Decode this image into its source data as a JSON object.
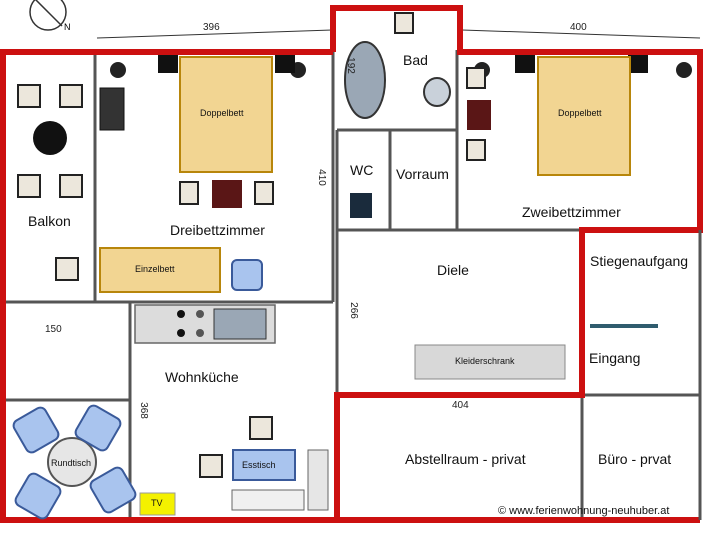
{
  "rooms": {
    "bad": "Bad",
    "wc": "WC",
    "vorraum": "Vorraum",
    "balkon": "Balkon",
    "dreibettzimmer": "Dreibettzimmer",
    "zweibettzimmer": "Zweibettzimmer",
    "diele": "Diele",
    "stiegenaufgang": "Stiegenaufgang",
    "eingang": "Eingang",
    "wohnkueche": "Wohnküche",
    "abstellraum": "Abstellraum - privat",
    "buero": "Büro - prvat"
  },
  "furniture": {
    "doppelbett_left": "Doppelbett",
    "doppelbett_right": "Doppelbett",
    "einzelbett": "Einzelbett",
    "kleiderschrank": "Kleiderschrank",
    "esstisch": "Esstisch",
    "rundtisch": "Rundtisch",
    "tv": "TV"
  },
  "dimensions": {
    "top_left": "396",
    "top_right": "400",
    "bad": "192",
    "dreibett_height": "410",
    "diele": "266",
    "balkon": "150",
    "kueche": "368",
    "abstell": "404"
  },
  "credit": "© www.ferienwohnung-neuhuber.at",
  "colors": {
    "outer_wall": "#cc1010",
    "inner_wall": "#555555",
    "bed": "#f2d592",
    "bed_border": "#b8860b",
    "chair": "#ece7dc",
    "armchair": "#a9c4ee",
    "tv": "#f4f100",
    "kleiderschrank": "#d8d8d8"
  }
}
